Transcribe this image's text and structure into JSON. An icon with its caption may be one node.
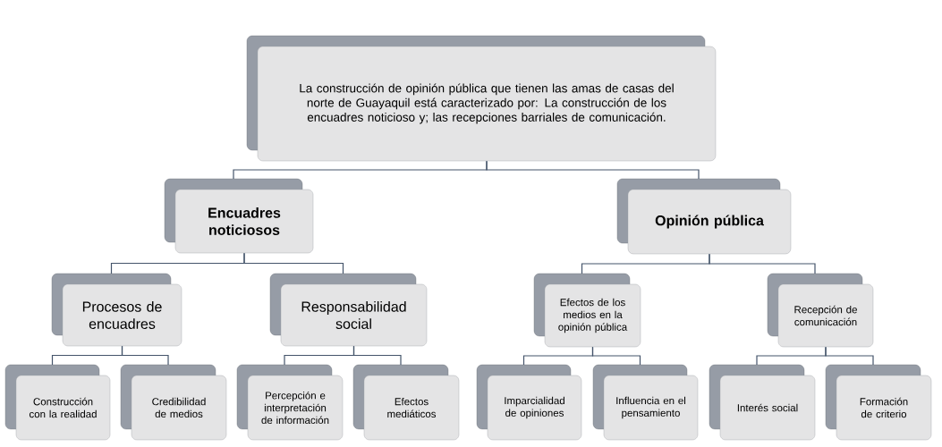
{
  "diagram": {
    "nodes": [
      {
        "text": [
          "La construcción de opinión pública que tienen las amas de casas del norte de Guayaquil está caracterizado por: La construcción de los encuadres noticioso y; las recepciones barriales de comunicación."
        ]
      },
      {
        "text": [
          "Encuadres noticiosos"
        ]
      },
      {
        "text": [
          "Opinión pública"
        ]
      },
      {
        "text": [
          "Procesos de encuadres"
        ]
      },
      {
        "text": [
          "Responsabilidad social"
        ]
      },
      {
        "text": [
          "Efectos de los medios en la opinión pública"
        ]
      },
      {
        "text": [
          "Recepción de comunicación"
        ]
      },
      {
        "text": [
          "Construcción con la realidad"
        ]
      },
      {
        "text": [
          "Credibilidad de medios"
        ]
      },
      {
        "text": [
          "Percepción e interpretación de información"
        ]
      },
      {
        "text": [
          "Efectos mediáticos"
        ]
      },
      {
        "text": [
          "Imparcialidad de opiniones"
        ]
      },
      {
        "text": [
          "Influencia en el pensamiento"
        ]
      },
      {
        "text": [
          "Interés social"
        ]
      },
      {
        "text": [
          "Formación de criterio"
        ]
      }
    ],
    "edges": [
      {
        "from": 0,
        "to": 1,
        "arrow": "none"
      },
      {
        "from": 0,
        "to": 2,
        "arrow": "none"
      },
      {
        "from": 1,
        "to": 3,
        "arrow": "none"
      },
      {
        "from": 1,
        "to": 4,
        "arrow": "none"
      },
      {
        "from": 2,
        "to": 5,
        "arrow": "none"
      },
      {
        "from": 2,
        "to": 6,
        "arrow": "none"
      },
      {
        "from": 3,
        "to": 7,
        "arrow": "none"
      },
      {
        "from": 3,
        "to": 8,
        "arrow": "none"
      },
      {
        "from": 4,
        "to": 9,
        "arrow": "none"
      },
      {
        "from": 4,
        "to": 10,
        "arrow": "none"
      },
      {
        "from": 5,
        "to": 11,
        "arrow": "none"
      },
      {
        "from": 5,
        "to": 12,
        "arrow": "none"
      },
      {
        "from": 6,
        "to": 13,
        "arrow": "none"
      },
      {
        "from": 6,
        "to": 14,
        "arrow": "none"
      }
    ]
  }
}
